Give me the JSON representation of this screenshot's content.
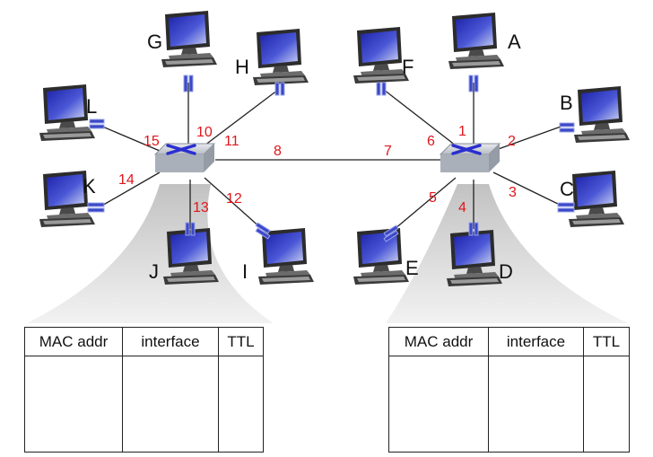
{
  "hosts": [
    {
      "id": "A",
      "label": "A"
    },
    {
      "id": "B",
      "label": "B"
    },
    {
      "id": "C",
      "label": "C"
    },
    {
      "id": "D",
      "label": "D"
    },
    {
      "id": "E",
      "label": "E"
    },
    {
      "id": "F",
      "label": "F"
    },
    {
      "id": "G",
      "label": "G"
    },
    {
      "id": "H",
      "label": "H"
    },
    {
      "id": "I",
      "label": "I"
    },
    {
      "id": "J",
      "label": "J"
    },
    {
      "id": "K",
      "label": "K"
    },
    {
      "id": "L",
      "label": "L"
    }
  ],
  "ports": {
    "p1": "1",
    "p2": "2",
    "p3": "3",
    "p4": "4",
    "p5": "5",
    "p6": "6",
    "p7": "7",
    "p8": "8",
    "p10": "10",
    "p11": "11",
    "p12": "12",
    "p13": "13",
    "p14": "14",
    "p15": "15"
  },
  "switch_table_left": {
    "headers": [
      "MAC addr",
      "interface",
      "TTL"
    ]
  },
  "switch_table_right": {
    "headers": [
      "MAC addr",
      "interface",
      "TTL"
    ]
  },
  "colors": {
    "port_label": "#e0161b",
    "switch_top": "#cfd3da",
    "switch_arrows": "#2a2fd0",
    "connector": "#3b48c8",
    "screen": "#3d47c4"
  }
}
